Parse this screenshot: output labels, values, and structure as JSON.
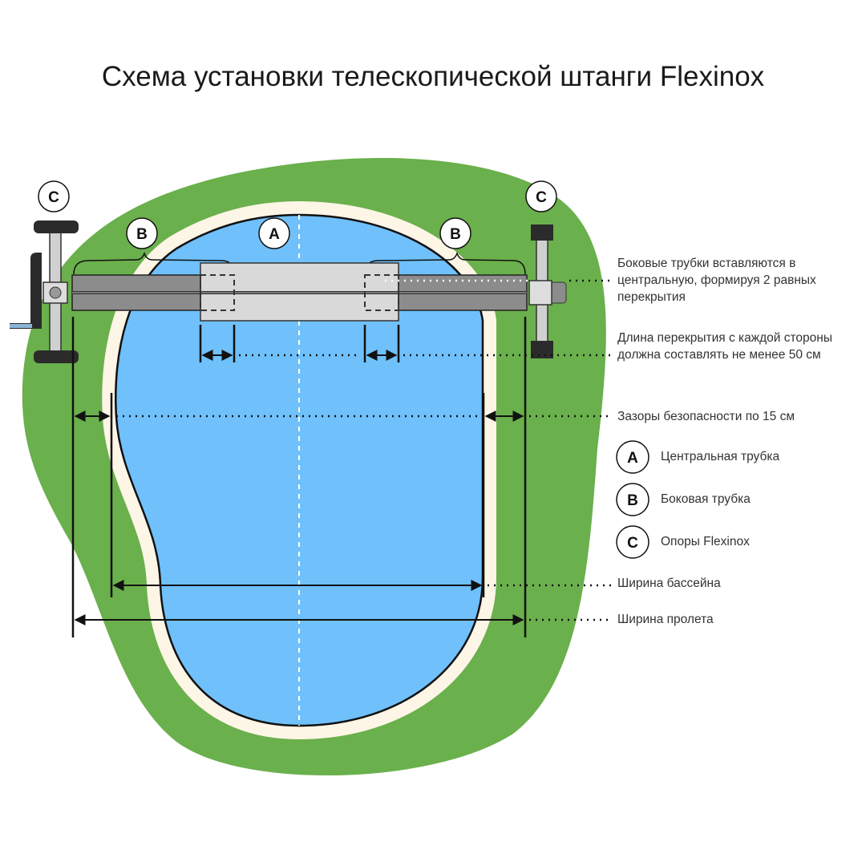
{
  "title": "Схема установки телескопической штанги Flexinox",
  "markers": {
    "a": "A",
    "b": "B",
    "c": "C"
  },
  "notes": {
    "overlap_insert": "Боковые трубки вставляются в центральную, формируя 2 равных перекрытия",
    "overlap_length": "Длина перекрытия с каждой стороны должна составлять не менее 50 см",
    "safety_gap": "Зазоры безопасности по 15 см",
    "pool_width": "Ширина бассейна",
    "span_width": "Ширина пролета"
  },
  "legend": [
    {
      "key": "A",
      "label": "Центральная трубка"
    },
    {
      "key": "B",
      "label": "Боковая трубка"
    },
    {
      "key": "C",
      "label": "Опоры Flexinox"
    }
  ],
  "colors": {
    "grass": "#6ab04c",
    "pool": "#6fc0fb",
    "deck": "#fdf5e6",
    "side_tube": "#8c8c8c",
    "center_tube": "#d9d9d9",
    "support": "#2b2b2b"
  }
}
